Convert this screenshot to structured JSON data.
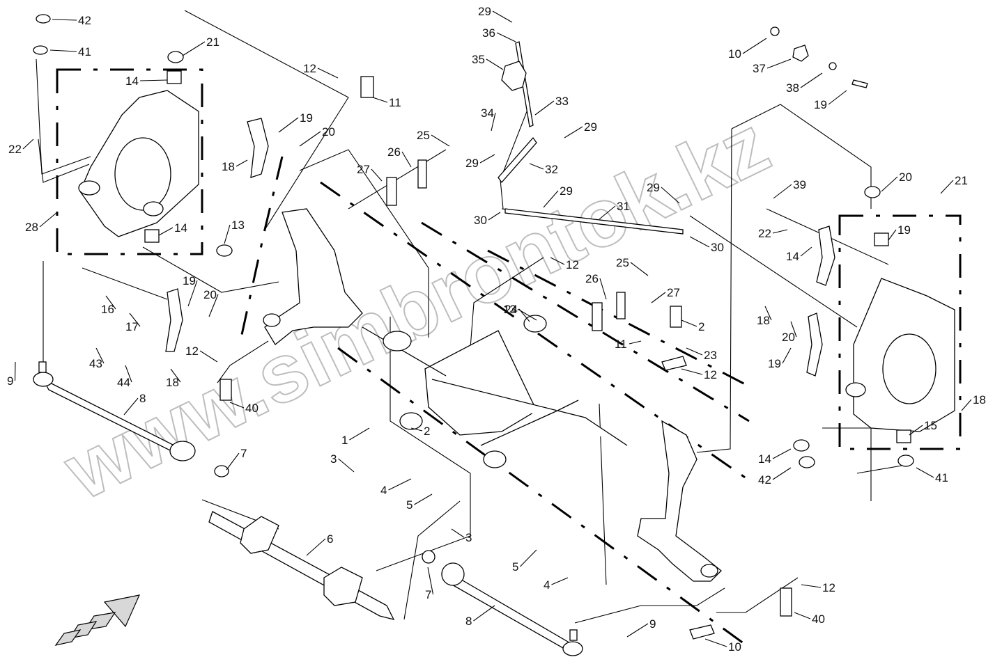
{
  "watermark": "www.simbrontok.kz",
  "callouts": [
    {
      "n": "42"
    },
    {
      "n": "41"
    },
    {
      "n": "21"
    },
    {
      "n": "14"
    },
    {
      "n": "12"
    },
    {
      "n": "11"
    },
    {
      "n": "22"
    },
    {
      "n": "19"
    },
    {
      "n": "20"
    },
    {
      "n": "18"
    },
    {
      "n": "28"
    },
    {
      "n": "14"
    },
    {
      "n": "13"
    },
    {
      "n": "16"
    },
    {
      "n": "17"
    },
    {
      "n": "19"
    },
    {
      "n": "20"
    },
    {
      "n": "43"
    },
    {
      "n": "44"
    },
    {
      "n": "18"
    },
    {
      "n": "12"
    },
    {
      "n": "9"
    },
    {
      "n": "8"
    },
    {
      "n": "40"
    },
    {
      "n": "7"
    },
    {
      "n": "1"
    },
    {
      "n": "2"
    },
    {
      "n": "3"
    },
    {
      "n": "4"
    },
    {
      "n": "5"
    },
    {
      "n": "6"
    },
    {
      "n": "3"
    },
    {
      "n": "7"
    },
    {
      "n": "8"
    },
    {
      "n": "9"
    },
    {
      "n": "5"
    },
    {
      "n": "4"
    },
    {
      "n": "10"
    },
    {
      "n": "12"
    },
    {
      "n": "40"
    },
    {
      "n": "29"
    },
    {
      "n": "36"
    },
    {
      "n": "35"
    },
    {
      "n": "33"
    },
    {
      "n": "34"
    },
    {
      "n": "29"
    },
    {
      "n": "25"
    },
    {
      "n": "26"
    },
    {
      "n": "27"
    },
    {
      "n": "29"
    },
    {
      "n": "32"
    },
    {
      "n": "29"
    },
    {
      "n": "30"
    },
    {
      "n": "31"
    },
    {
      "n": "29"
    },
    {
      "n": "30"
    },
    {
      "n": "12"
    },
    {
      "n": "25"
    },
    {
      "n": "26"
    },
    {
      "n": "27"
    },
    {
      "n": "24"
    },
    {
      "n": "2"
    },
    {
      "n": "11"
    },
    {
      "n": "23"
    },
    {
      "n": "12"
    },
    {
      "n": "10"
    },
    {
      "n": "37"
    },
    {
      "n": "38"
    },
    {
      "n": "19"
    },
    {
      "n": "39"
    },
    {
      "n": "20"
    },
    {
      "n": "21"
    },
    {
      "n": "22"
    },
    {
      "n": "19"
    },
    {
      "n": "14"
    },
    {
      "n": "18"
    },
    {
      "n": "20"
    },
    {
      "n": "19"
    },
    {
      "n": "18"
    },
    {
      "n": "15"
    },
    {
      "n": "14"
    },
    {
      "n": "42"
    },
    {
      "n": "41"
    },
    {
      "n": "13"
    },
    {
      "n": "2"
    }
  ]
}
